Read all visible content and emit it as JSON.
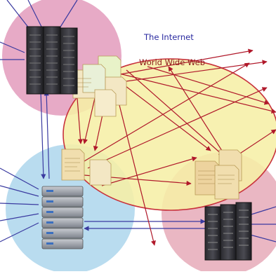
{
  "diagram": {
    "internet_label": "The Internet",
    "www_label": "World Wide Web",
    "colors": {
      "internet_text": "#2a2aa0",
      "www_text": "#8c1a1a",
      "www_ellipse_fill": "#f6efa6",
      "www_ellipse_stroke": "#c8323c",
      "cloud_pink": "#e7aac6",
      "cloud_blue": "#b9dcef",
      "cloud_pink_right": "#eab7c3",
      "internet_link": "#3a3aa0",
      "web_link": "#b0182a",
      "document": "#f3e7c4"
    },
    "nodes": [
      {
        "id": "server-top-left",
        "icon": "rack-server-icon"
      },
      {
        "id": "server-bottom-left",
        "icon": "blade-server-icon"
      },
      {
        "id": "server-bottom-right",
        "icon": "rack-server-icon"
      }
    ]
  }
}
